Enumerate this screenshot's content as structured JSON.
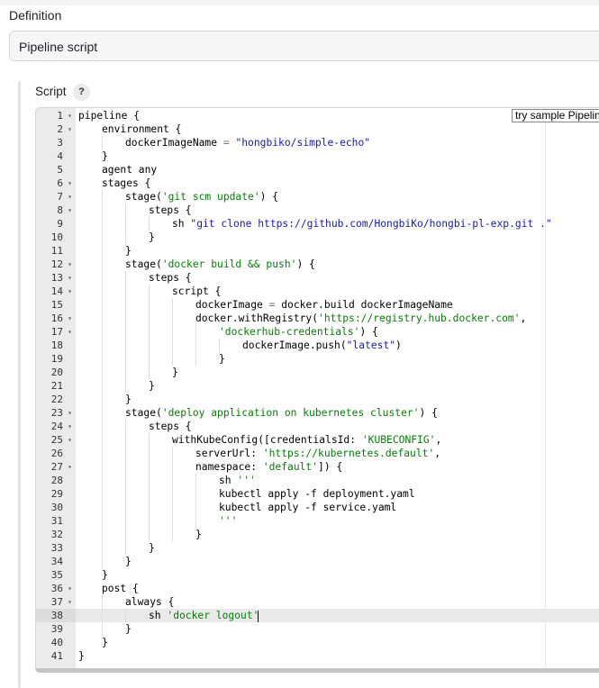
{
  "definition": {
    "label": "Definition",
    "selected_value": "Pipeline script"
  },
  "script_section": {
    "label": "Script",
    "help_label": "?",
    "sample_select": "try sample Pipeline..."
  },
  "editor": {
    "active_line": 38,
    "lines": [
      {
        "n": "1",
        "fold": true,
        "indent": 0,
        "text": "pipeline {"
      },
      {
        "n": "2",
        "fold": true,
        "indent": 1,
        "text": "environment {"
      },
      {
        "n": "3",
        "fold": false,
        "indent": 2,
        "text": "dockerImageName = \"hongbiko/simple-echo\""
      },
      {
        "n": "4",
        "fold": false,
        "indent": 1,
        "text": "}"
      },
      {
        "n": "5",
        "fold": false,
        "indent": 1,
        "text": "agent any"
      },
      {
        "n": "6",
        "fold": true,
        "indent": 1,
        "text": "stages {"
      },
      {
        "n": "7",
        "fold": true,
        "indent": 2,
        "text": "stage('git scm update') {"
      },
      {
        "n": "8",
        "fold": true,
        "indent": 3,
        "text": "steps {"
      },
      {
        "n": "9",
        "fold": false,
        "indent": 4,
        "text": "sh \"git clone https://github.com/HongbiKo/hongbi-pl-exp.git .\""
      },
      {
        "n": "10",
        "fold": false,
        "indent": 3,
        "text": "}"
      },
      {
        "n": "11",
        "fold": false,
        "indent": 2,
        "text": "}"
      },
      {
        "n": "12",
        "fold": true,
        "indent": 2,
        "text": "stage('docker build && push') {"
      },
      {
        "n": "13",
        "fold": true,
        "indent": 3,
        "text": "steps {"
      },
      {
        "n": "14",
        "fold": true,
        "indent": 4,
        "text": "script {"
      },
      {
        "n": "15",
        "fold": false,
        "indent": 5,
        "text": "dockerImage = docker.build dockerImageName"
      },
      {
        "n": "16",
        "fold": true,
        "indent": 5,
        "text": "docker.withRegistry('https://registry.hub.docker.com',"
      },
      {
        "n": "17",
        "fold": true,
        "indent": 6,
        "text": "'dockerhub-credentials') {"
      },
      {
        "n": "18",
        "fold": false,
        "indent": 7,
        "text": "dockerImage.push(\"latest\")"
      },
      {
        "n": "19",
        "fold": false,
        "indent": 6,
        "text": "}"
      },
      {
        "n": "20",
        "fold": false,
        "indent": 4,
        "text": "}"
      },
      {
        "n": "21",
        "fold": false,
        "indent": 3,
        "text": "}"
      },
      {
        "n": "22",
        "fold": false,
        "indent": 2,
        "text": "}"
      },
      {
        "n": "23",
        "fold": true,
        "indent": 2,
        "text": "stage('deploy application on kubernetes cluster') {"
      },
      {
        "n": "24",
        "fold": true,
        "indent": 3,
        "text": "steps {"
      },
      {
        "n": "25",
        "fold": true,
        "indent": 4,
        "text": "withKubeConfig([credentialsId: 'KUBECONFIG',"
      },
      {
        "n": "26",
        "fold": false,
        "indent": 5,
        "text": "serverUrl: 'https://kubernetes.default',"
      },
      {
        "n": "27",
        "fold": true,
        "indent": 5,
        "text": "namespace: 'default']) {"
      },
      {
        "n": "28",
        "fold": false,
        "indent": 6,
        "text": "sh '''"
      },
      {
        "n": "29",
        "fold": false,
        "indent": 6,
        "text": "kubectl apply -f deployment.yaml"
      },
      {
        "n": "30",
        "fold": false,
        "indent": 6,
        "text": "kubectl apply -f service.yaml"
      },
      {
        "n": "31",
        "fold": false,
        "indent": 6,
        "text": "'''"
      },
      {
        "n": "32",
        "fold": false,
        "indent": 5,
        "text": "}"
      },
      {
        "n": "33",
        "fold": false,
        "indent": 3,
        "text": "}"
      },
      {
        "n": "34",
        "fold": false,
        "indent": 2,
        "text": "}"
      },
      {
        "n": "35",
        "fold": false,
        "indent": 1,
        "text": "}"
      },
      {
        "n": "36",
        "fold": true,
        "indent": 1,
        "text": "post {"
      },
      {
        "n": "37",
        "fold": true,
        "indent": 2,
        "text": "always {"
      },
      {
        "n": "38",
        "fold": false,
        "indent": 3,
        "text": "sh 'docker logout'"
      },
      {
        "n": "39",
        "fold": false,
        "indent": 2,
        "text": "}"
      },
      {
        "n": "40",
        "fold": false,
        "indent": 1,
        "text": "}"
      },
      {
        "n": "41",
        "fold": false,
        "indent": 0,
        "text": "}"
      }
    ]
  }
}
